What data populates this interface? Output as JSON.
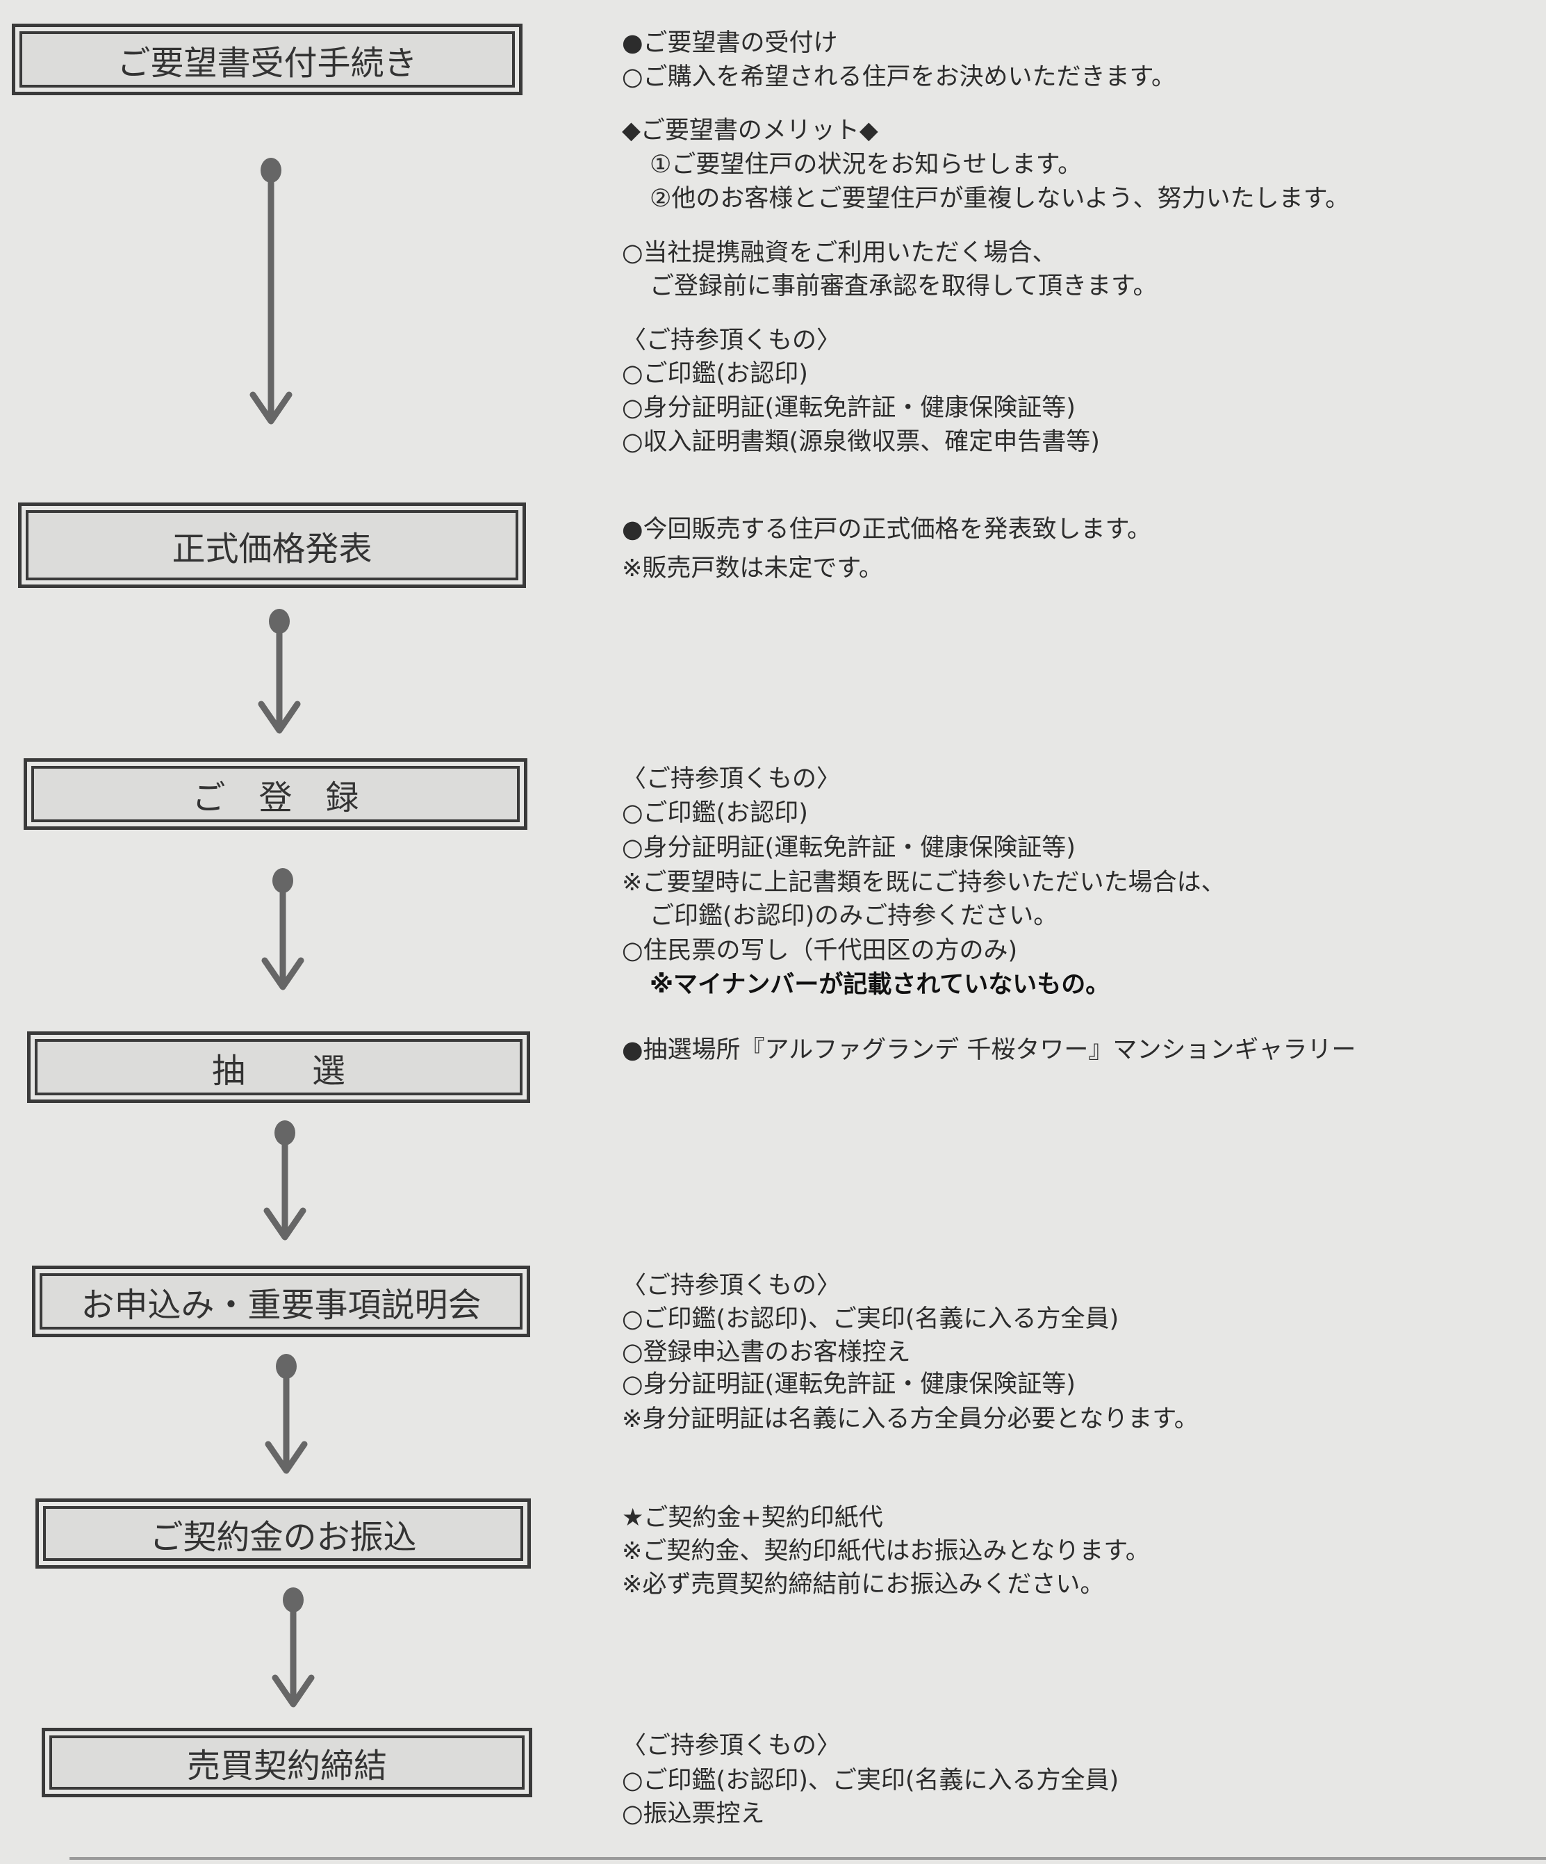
{
  "steps": [
    {
      "title": "ご要望書受付手続き"
    },
    {
      "title": "正式価格発表"
    },
    {
      "title": "ご　登　録"
    },
    {
      "title": "抽　　選"
    },
    {
      "title": "お申込み・重要事項説明会"
    },
    {
      "title": "ご契約金のお振込"
    },
    {
      "title": "売買契約締結"
    }
  ],
  "notes": [
    [
      "●ご要望書の受付け",
      "○ご購入を希望される住戸をお決めいただきます。",
      "◆ご要望書のメリット◆",
      "①ご要望住戸の状況をお知らせします。",
      "②他のお客様とご要望住戸が重複しないよう、努力いたします。",
      "○当社提携融資をご利用いただく場合、",
      "ご登録前に事前審査承認を取得して頂きます。",
      "〈ご持参頂くもの〉",
      "○ご印鑑(お認印)",
      "○身分証明証(運転免許証・健康保険証等)",
      "○収入証明書類(源泉徴収票、確定申告書等)"
    ],
    [
      "●今回販売する住戸の正式価格を発表致します。",
      "※販売戸数は未定です。"
    ],
    [
      "〈ご持参頂くもの〉",
      "○ご印鑑(お認印)",
      "○身分証明証(運転免許証・健康保険証等)",
      "※ご要望時に上記書類を既にご持参いただいた場合は、",
      "ご印鑑(お認印)のみご持参ください。",
      "○住民票の写し（千代田区の方のみ)",
      "※マイナンバーが記載されていないもの。"
    ],
    [
      "●抽選場所『アルファグランデ 千桜タワー』マンションギャラリー"
    ],
    [
      "〈ご持参頂くもの〉",
      "○ご印鑑(お認印)、ご実印(名義に入る方全員)",
      "○登録申込書のお客様控え",
      "○身分証明証(運転免許証・健康保険証等)",
      "※身分証明証は名義に入る方全員分必要となります。"
    ],
    [
      "★ご契約金+契約印紙代",
      "※ご契約金、契約印紙代はお振込みとなります。",
      "※必ず売買契約締結前にお振込みください。"
    ],
    [
      "〈ご持参頂くもの〉",
      "○ご印鑑(お認印)、ご実印(名義に入る方全員)",
      "○振込票控え"
    ]
  ]
}
